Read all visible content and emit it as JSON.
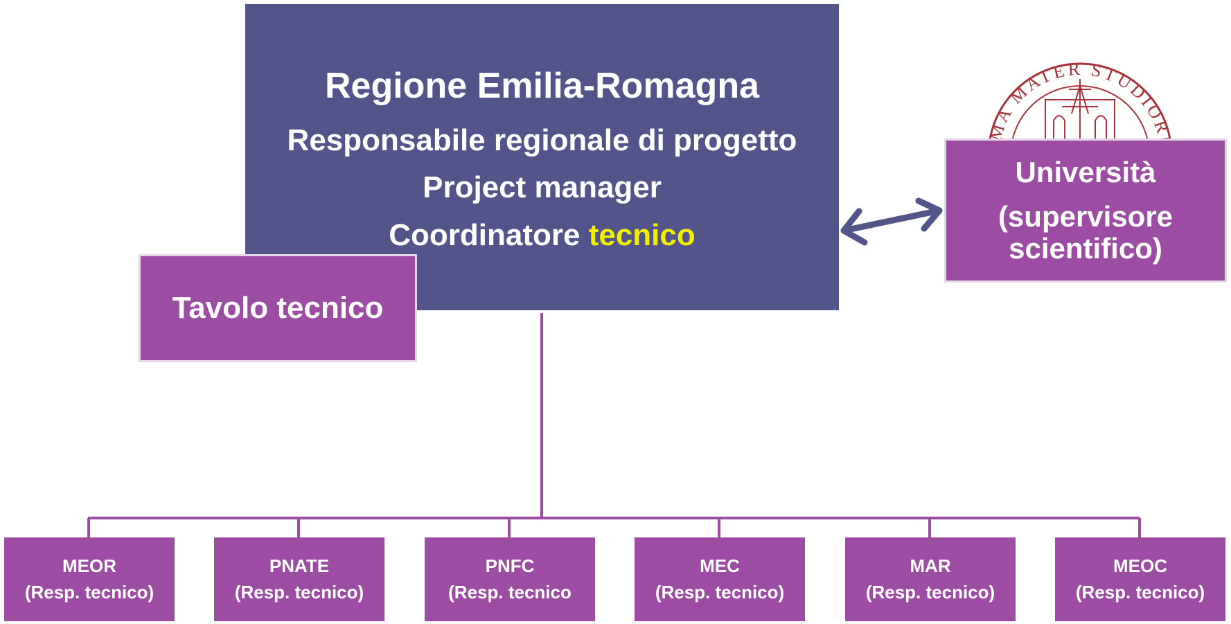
{
  "main_box": {
    "title": "Regione Emilia-Romagna",
    "line2": "Responsabile regionale di progetto",
    "line3": "Project manager",
    "line4_prefix": "Coordinatore",
    "line4_highlight": "tecnico",
    "color": "#52548a",
    "highlight_color": "#f2ee00"
  },
  "tavolo_box": {
    "label": "Tavolo tecnico"
  },
  "university_box": {
    "line1": "Università",
    "line2": "(supervisore",
    "line3": "scientifico)"
  },
  "seal": {
    "text": "ALMA MATER STUDIORUM",
    "icon": "university-seal-icon"
  },
  "accent_color": "#9c4ca3",
  "units": [
    {
      "name": "MEOR",
      "desc": "(Resp. tecnico)"
    },
    {
      "name": "PNATE",
      "desc": "(Resp. tecnico)"
    },
    {
      "name": "PNFC",
      "desc": "(Resp. tecnico"
    },
    {
      "name": "MEC",
      "desc": "(Resp. tecnico)"
    },
    {
      "name": "MAR",
      "desc": "(Resp. tecnico)"
    },
    {
      "name": "MEOC",
      "desc": "(Resp. tecnico)"
    }
  ]
}
